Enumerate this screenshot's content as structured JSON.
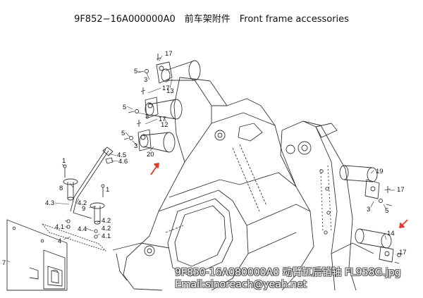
{
  "header": {
    "title": "9F852−16A000000A0　前车架附件　Front frame accessories"
  },
  "callouts": [
    "17",
    "3",
    "5",
    "13",
    "17",
    "5",
    "3",
    "12",
    "17",
    "5",
    "3",
    "20",
    "4.5",
    "4.6",
    "1",
    "8",
    "1",
    "4.3",
    "4.2",
    "9",
    "4.2",
    "4.1",
    "4.4",
    "4.2",
    "4.1",
    "4",
    "7",
    "19",
    "17",
    "3",
    "5",
    "14",
    "17"
  ],
  "watermark": {
    "line1": "9F850-16A080000A0 动臂缸后销轴 FL958G.jpg",
    "line2": "Email:sinoreach@yeah.net"
  },
  "colors": {
    "line": "#333333",
    "arrow": "#e03a2a"
  }
}
